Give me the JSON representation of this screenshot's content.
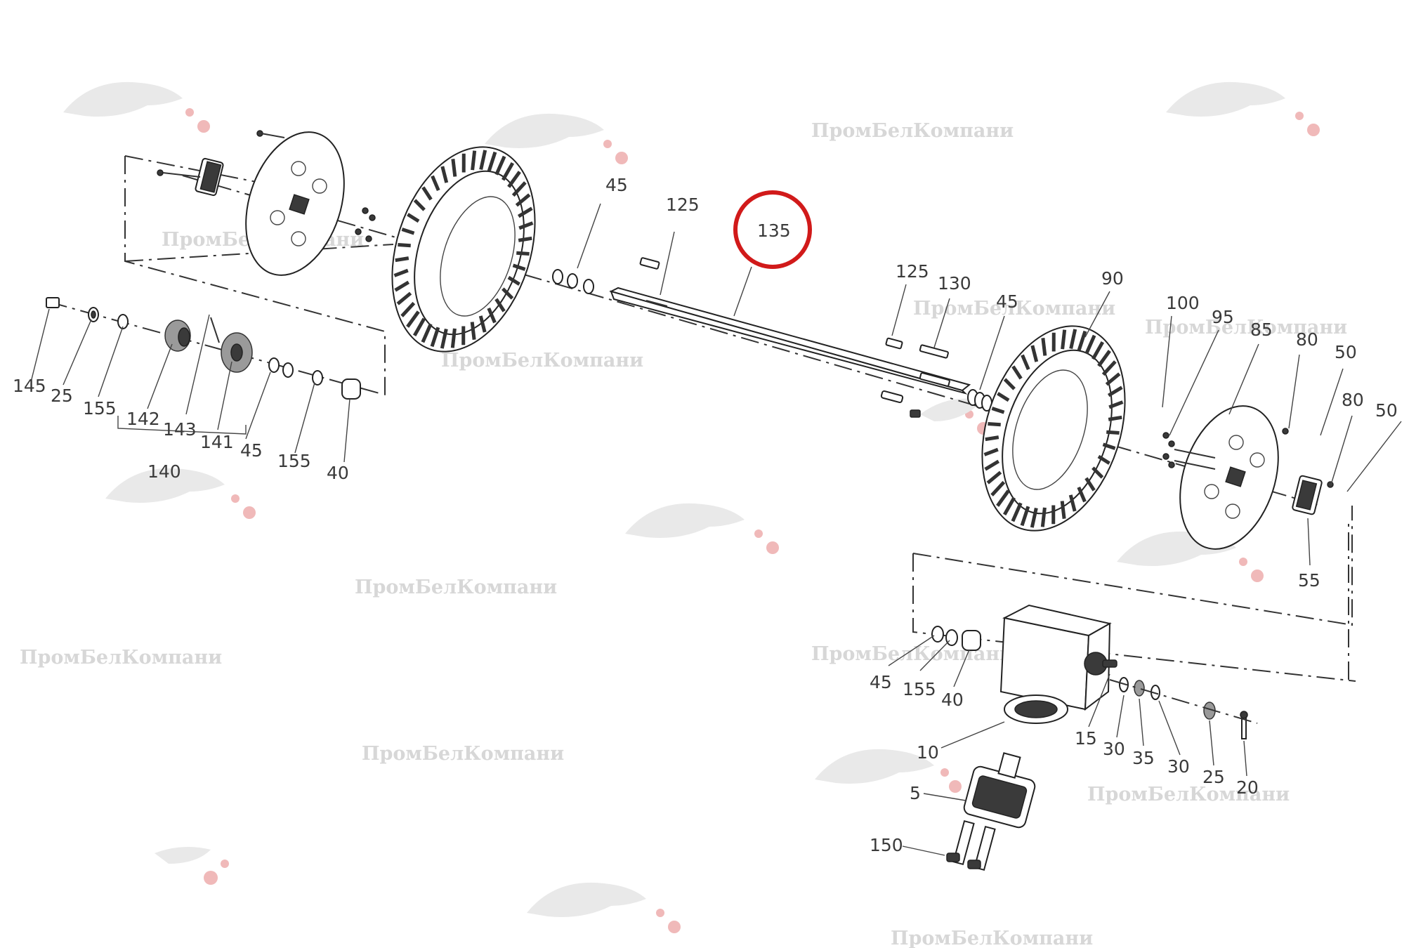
{
  "diagram": {
    "watermark_text": "ПромБелКомпани",
    "highlight": {
      "label": "135",
      "color": "#d11a1a"
    },
    "labels": [
      {
        "id": "l45a",
        "text": "45"
      },
      {
        "id": "l125a",
        "text": "125"
      },
      {
        "id": "l135",
        "text": "135"
      },
      {
        "id": "l125b",
        "text": "125"
      },
      {
        "id": "l130",
        "text": "130"
      },
      {
        "id": "l45b",
        "text": "45"
      },
      {
        "id": "l90",
        "text": "90"
      },
      {
        "id": "l100",
        "text": "100"
      },
      {
        "id": "l95",
        "text": "95"
      },
      {
        "id": "l85",
        "text": "85"
      },
      {
        "id": "l80a",
        "text": "80"
      },
      {
        "id": "l50a",
        "text": "50"
      },
      {
        "id": "l80b",
        "text": "80"
      },
      {
        "id": "l50b",
        "text": "50"
      },
      {
        "id": "l55",
        "text": "55"
      },
      {
        "id": "l145",
        "text": "145"
      },
      {
        "id": "l25a",
        "text": "25"
      },
      {
        "id": "l155a",
        "text": "155"
      },
      {
        "id": "l142",
        "text": "142"
      },
      {
        "id": "l143",
        "text": "143"
      },
      {
        "id": "l141",
        "text": "141"
      },
      {
        "id": "l45c",
        "text": "45"
      },
      {
        "id": "l155b",
        "text": "155"
      },
      {
        "id": "l40a",
        "text": "40"
      },
      {
        "id": "l140",
        "text": "140"
      },
      {
        "id": "l45d",
        "text": "45"
      },
      {
        "id": "l155c",
        "text": "155"
      },
      {
        "id": "l40b",
        "text": "40"
      },
      {
        "id": "l15",
        "text": "15"
      },
      {
        "id": "l30a",
        "text": "30"
      },
      {
        "id": "l35",
        "text": "35"
      },
      {
        "id": "l30b",
        "text": "30"
      },
      {
        "id": "l25b",
        "text": "25"
      },
      {
        "id": "l20",
        "text": "20"
      },
      {
        "id": "l10",
        "text": "10"
      },
      {
        "id": "l5",
        "text": "5"
      },
      {
        "id": "l150",
        "text": "150"
      }
    ]
  }
}
